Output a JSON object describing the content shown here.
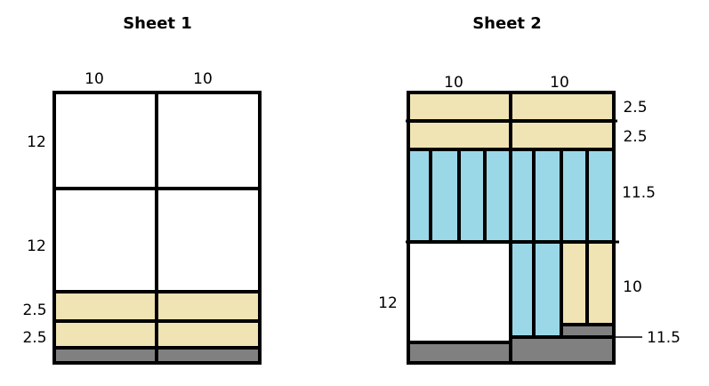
{
  "colors": {
    "outline": "#000000",
    "empty": "#ffffff",
    "strip_2_5": "#f0e3b4",
    "strip_11_5": "#9ad8e8",
    "scrap": "#808080"
  },
  "sheet1": {
    "title": "Sheet 1",
    "col_labels": [
      "10",
      "10"
    ],
    "row_labels": [
      "12",
      "12",
      "2.5",
      "2.5"
    ]
  },
  "sheet2": {
    "title": "Sheet 2",
    "col_labels": [
      "10",
      "10"
    ],
    "right_labels": [
      "2.5",
      "2.5",
      "11.5",
      "10",
      "11.5"
    ],
    "left_label": "12"
  }
}
